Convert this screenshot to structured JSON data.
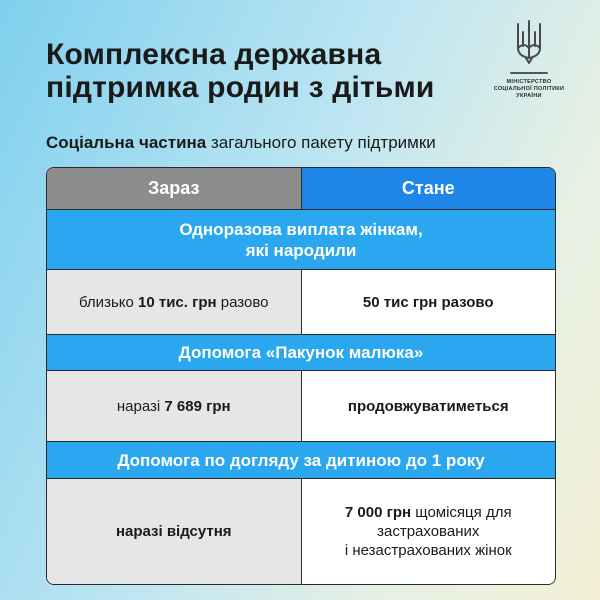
{
  "header": {
    "title_line1": "Комплексна державна",
    "title_line2": "підтримка родин з дітьми"
  },
  "logo": {
    "icon": "trident-icon",
    "line1": "МІНІСТЕРСТВО",
    "line2": "СОЦІАЛЬНОЇ ПОЛІТИКИ",
    "line3": "УКРАЇНИ"
  },
  "subtitle": {
    "bold": "Соціальна частина",
    "rest": " загального пакету підтримки"
  },
  "table": {
    "col_now": "Зараз",
    "col_will": "Стане",
    "colors": {
      "now": "#8c8c8c",
      "will": "#1e86e6",
      "section": "#2aa7ee"
    },
    "sections": [
      {
        "title_line1": "Одноразова виплата жінкам,",
        "title_line2": "які народили",
        "now_prefix": "близько ",
        "now_bold": "10 тис. грн",
        "now_suffix": " разово",
        "will_line1": "50 тис грн разово"
      },
      {
        "title_line1": "Допомога «Пакунок малюка»",
        "now_prefix": "наразі ",
        "now_bold": "7 689 грн",
        "will_line1": "продовжуватиметься"
      },
      {
        "title_line1": "Допомога по догляду за дитиною до 1 року",
        "now_bold": "наразі відсутня",
        "will_bold": "7 000 грн",
        "will_rest": " щомісяця для",
        "will_line2": "застрахованих",
        "will_line3": "і незастрахованих жінок"
      }
    ]
  }
}
